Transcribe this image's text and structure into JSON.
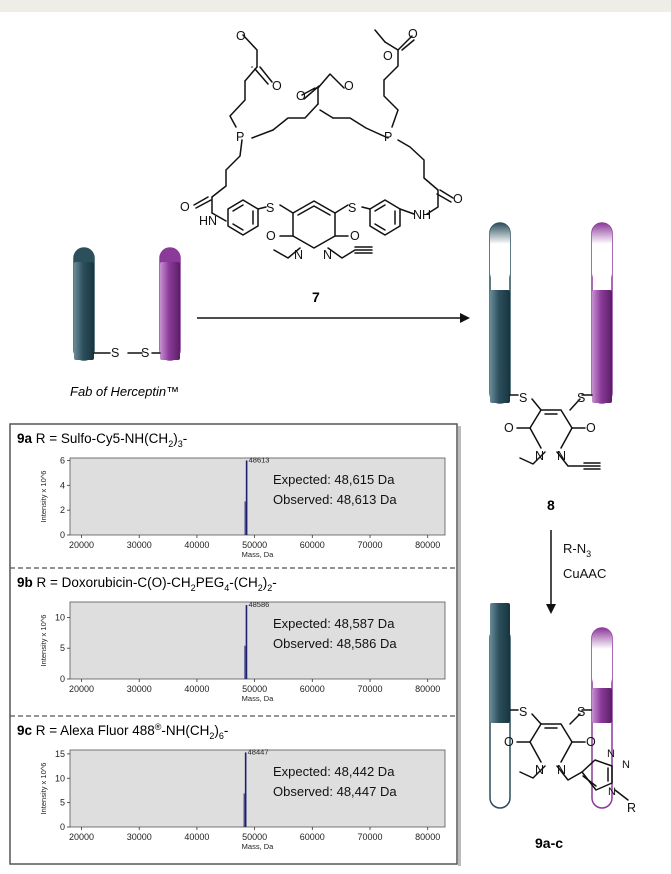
{
  "colors": {
    "teal": "#2c4f5c",
    "purple": "#8c3a9a",
    "plotbg": "#dedede",
    "peak": "#1d1f6e",
    "band": "#efeee6"
  },
  "reagent": {
    "number": "7"
  },
  "fab_label": "Fab of Herceptin™",
  "product8": {
    "number": "8"
  },
  "final_product": {
    "label": "9a-c"
  },
  "reaction2": {
    "line1": "R-N",
    "line1_sub": "3",
    "line2": "CuAAC"
  },
  "atoms": {
    "P": "P",
    "S": "S",
    "O": "O",
    "N": "N",
    "HN": "HN",
    "NH": "NH",
    "R": "R"
  },
  "panels": [
    {
      "id": "9a",
      "prefix": " R = Sulfo-Cy5-NH(CH",
      "sub1": "2",
      "suffix": ")",
      "sub2": "3",
      "tail": "-",
      "ylabel": "Intensity x 10^6",
      "xlabel": "Mass, Da",
      "peak_label": "48613",
      "expected": "Expected: 48,615 Da",
      "observed": "Observed: 48,613 Da"
    },
    {
      "id": "9b",
      "prefix": " R = Doxorubicin-C(O)-CH",
      "sub1": "2",
      "mid": "PEG",
      "sub_mid": "4",
      "mid2": "-(CH",
      "sub2": "2",
      "suffix": ")",
      "sub3": "2",
      "tail": "-",
      "ylabel": "Intensity x 10^6",
      "xlabel": "Mass, Da",
      "peak_label": "48586",
      "expected": "Expected: 48,587 Da",
      "observed": "Observed: 48,586 Da"
    },
    {
      "id": "9c",
      "prefix": " R = Alexa Fluor 488",
      "sup": "®",
      "mid": "-NH(CH",
      "sub1": "2",
      "suffix": ")",
      "sub2": "6",
      "tail": "-",
      "ylabel": "Intensity x 10^6",
      "xlabel": "Mass, Da",
      "peak_label": "48447",
      "expected": "Expected: 48,442 Da",
      "observed": "Observed: 48,447 Da"
    }
  ],
  "chart_data": [
    {
      "type": "line",
      "xlabel": "Mass, Da",
      "ylabel": "Intensity x 10^6",
      "xlim": [
        18000,
        83000
      ],
      "x_ticks": [
        20000,
        30000,
        40000,
        50000,
        60000,
        70000,
        80000
      ],
      "y_ticks": [
        0,
        2,
        4,
        6
      ],
      "ylim": [
        0,
        6.2
      ],
      "peak": {
        "x": 48613,
        "y": 6.0,
        "label": "48613"
      }
    },
    {
      "type": "line",
      "xlabel": "Mass, Da",
      "ylabel": "Intensity x 10^6",
      "xlim": [
        18000,
        83000
      ],
      "x_ticks": [
        20000,
        30000,
        40000,
        50000,
        60000,
        70000,
        80000
      ],
      "y_ticks": [
        0,
        5,
        10
      ],
      "ylim": [
        0,
        12.5
      ],
      "peak": {
        "x": 48586,
        "y": 12.0,
        "label": "48586"
      }
    },
    {
      "type": "line",
      "xlabel": "Mass, Da",
      "ylabel": "Intensity x 10^6",
      "xlim": [
        18000,
        83000
      ],
      "x_ticks": [
        20000,
        30000,
        40000,
        50000,
        60000,
        70000,
        80000
      ],
      "y_ticks": [
        0,
        5,
        10,
        15
      ],
      "ylim": [
        0,
        15.8
      ],
      "peak": {
        "x": 48447,
        "y": 15.3,
        "label": "48447"
      }
    }
  ]
}
